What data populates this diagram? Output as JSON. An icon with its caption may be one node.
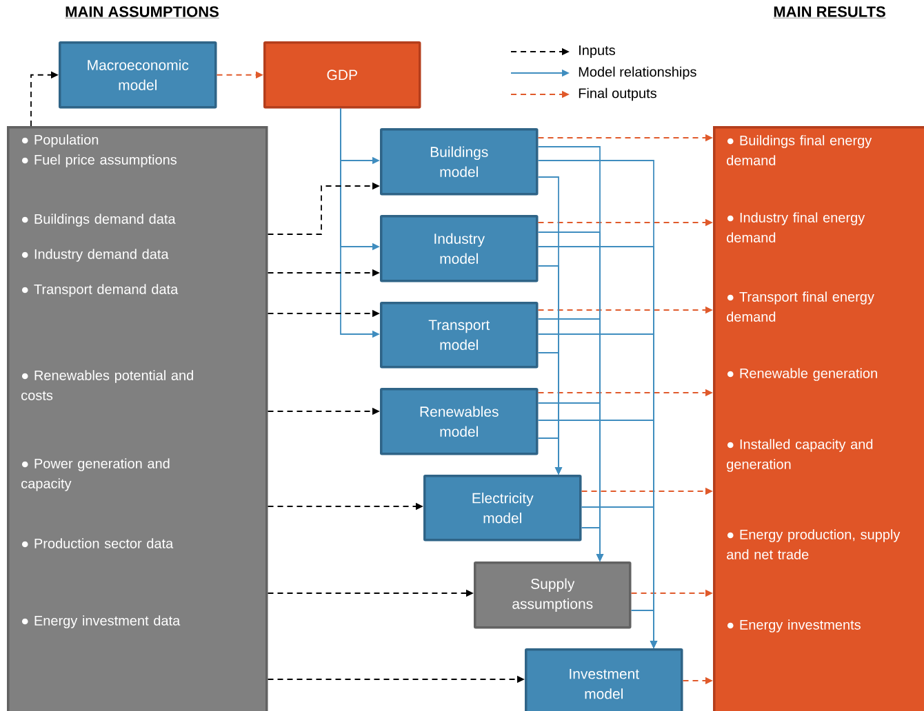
{
  "diagram": {
    "nodes": [
      {
        "text": [
          "Macroeconomic model"
        ]
      },
      {
        "text": [
          "GDP"
        ]
      },
      {
        "text": [
          "● Population",
          "● Fuel price assumptions",
          "● Buildings demand data",
          "● Industry demand data",
          "● Transport demand data",
          "● Renewables potential and costs",
          "● Power generation and capacity",
          "● Production sector data",
          "● Energy investment data"
        ]
      },
      {
        "text": [
          "Buildings model"
        ]
      },
      {
        "text": [
          "Industry model"
        ]
      },
      {
        "text": [
          "Transport model"
        ]
      },
      {
        "text": [
          "Renewables model"
        ]
      },
      {
        "text": [
          "Electricity model"
        ]
      },
      {
        "text": [
          "Supply assumptions"
        ]
      },
      {
        "text": [
          "Investment model"
        ]
      },
      {
        "text": [
          "● Buildings final energy demand",
          "● Industry final energy demand",
          "● Transport final energy demand",
          "● Renewable generation",
          "● Installed capacity and generation",
          "● Energy production, supply and net trade",
          "● Energy investments"
        ]
      }
    ],
    "edges": [
      {
        "from": 2,
        "to": 0,
        "arrow": "to",
        "style": "dashed",
        "color": "#000000"
      },
      {
        "from": 0,
        "to": 1,
        "arrow": "to",
        "style": "dashed",
        "color": "#e05a2b"
      },
      {
        "from": 1,
        "to": 3,
        "arrow": "to"
      },
      {
        "from": 1,
        "to": 4,
        "arrow": "to"
      },
      {
        "from": 1,
        "to": 5,
        "arrow": "to"
      },
      {
        "from": 2,
        "to": 3,
        "arrow": "to",
        "style": "dashed",
        "color": "#000000"
      },
      {
        "from": 2,
        "to": 4,
        "arrow": "to",
        "style": "dashed",
        "color": "#000000"
      },
      {
        "from": 2,
        "to": 5,
        "arrow": "to",
        "style": "dashed",
        "color": "#000000"
      },
      {
        "from": 2,
        "to": 6,
        "arrow": "to",
        "style": "dashed",
        "color": "#000000"
      },
      {
        "from": 2,
        "to": 7,
        "arrow": "to",
        "style": "dashed",
        "color": "#000000"
      },
      {
        "from": 2,
        "to": 8,
        "arrow": "to",
        "style": "dashed",
        "color": "#000000"
      },
      {
        "from": 2,
        "to": 9,
        "arrow": "to",
        "style": "dashed",
        "color": "#000000"
      },
      {
        "from": 3,
        "to": 10,
        "arrow": "to",
        "style": "dashed",
        "color": "#e05a2b"
      },
      {
        "from": 4,
        "to": 10,
        "arrow": "to",
        "style": "dashed",
        "color": "#e05a2b"
      },
      {
        "from": 5,
        "to": 10,
        "arrow": "to",
        "style": "dashed",
        "color": "#e05a2b"
      },
      {
        "from": 6,
        "to": 10,
        "arrow": "to",
        "style": "dashed",
        "color": "#e05a2b"
      },
      {
        "from": 7,
        "to": 10,
        "arrow": "to",
        "style": "dashed",
        "color": "#e05a2b"
      },
      {
        "from": 8,
        "to": 10,
        "arrow": "to",
        "style": "dashed",
        "color": "#e05a2b"
      },
      {
        "from": 9,
        "to": 10,
        "arrow": "to",
        "style": "dashed",
        "color": "#e05a2b"
      },
      {
        "from": 3,
        "to": 7,
        "arrow": "to"
      },
      {
        "from": 4,
        "to": 7,
        "arrow": "to"
      },
      {
        "from": 5,
        "to": 7,
        "arrow": "to"
      },
      {
        "from": 6,
        "to": 7,
        "arrow": "to"
      },
      {
        "from": 3,
        "to": 8,
        "arrow": "to"
      },
      {
        "from": 4,
        "to": 8,
        "arrow": "to"
      },
      {
        "from": 5,
        "to": 8,
        "arrow": "to"
      },
      {
        "from": 6,
        "to": 8,
        "arrow": "to"
      },
      {
        "from": 7,
        "to": 8,
        "arrow": "to"
      },
      {
        "from": 3,
        "to": 9,
        "arrow": "to"
      },
      {
        "from": 4,
        "to": 9,
        "arrow": "to"
      },
      {
        "from": 5,
        "to": 9,
        "arrow": "to"
      },
      {
        "from": 6,
        "to": 9,
        "arrow": "to"
      },
      {
        "from": 7,
        "to": 9,
        "arrow": "to"
      },
      {
        "from": 8,
        "to": 9,
        "arrow": "to"
      }
    ],
    "labels": [
      "MAIN ASSUMPTIONS",
      "MAIN RESULTS"
    ],
    "legend": [
      {
        "text": "Inputs"
      },
      {
        "text": "Model relationships"
      },
      {
        "text": "Final outputs"
      }
    ]
  }
}
